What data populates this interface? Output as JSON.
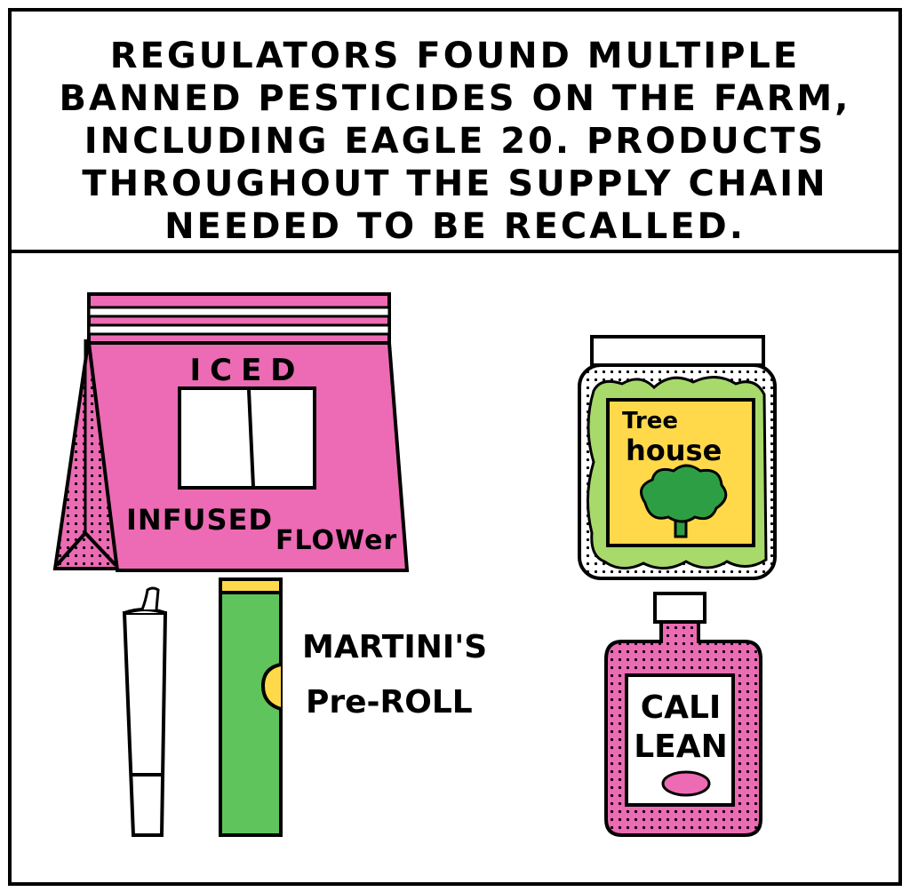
{
  "caption": {
    "lines": [
      "REGULATORS FOUND MULTIPLE",
      "BANNED PESTICIDES ON THE FARM,",
      "INCLUDING EAGLE 20. PRODUCTS",
      "THROUGHOUT THE SUPPLY CHAIN",
      "NEEDED TO BE RECALLED."
    ]
  },
  "products": {
    "bag": {
      "label_top": "ICED",
      "label_bottom_left": "INFUSED",
      "label_bottom_right": "FLOWer",
      "color": "#ec6bb4"
    },
    "jar": {
      "label_line1": "Tree",
      "label_line2": "house",
      "label_color": "#ffd94a",
      "bud_color": "#a8d96b",
      "tree_color": "#2e9e44"
    },
    "preroll": {
      "label_line1": "MARTINI'S",
      "label_line2": "Pre-ROLL",
      "tube_color": "#5fc45c",
      "cap_color": "#ffd94a"
    },
    "bottle": {
      "label_line1": "CALI",
      "label_line2": "LEAN",
      "color": "#ec6bb4"
    }
  }
}
